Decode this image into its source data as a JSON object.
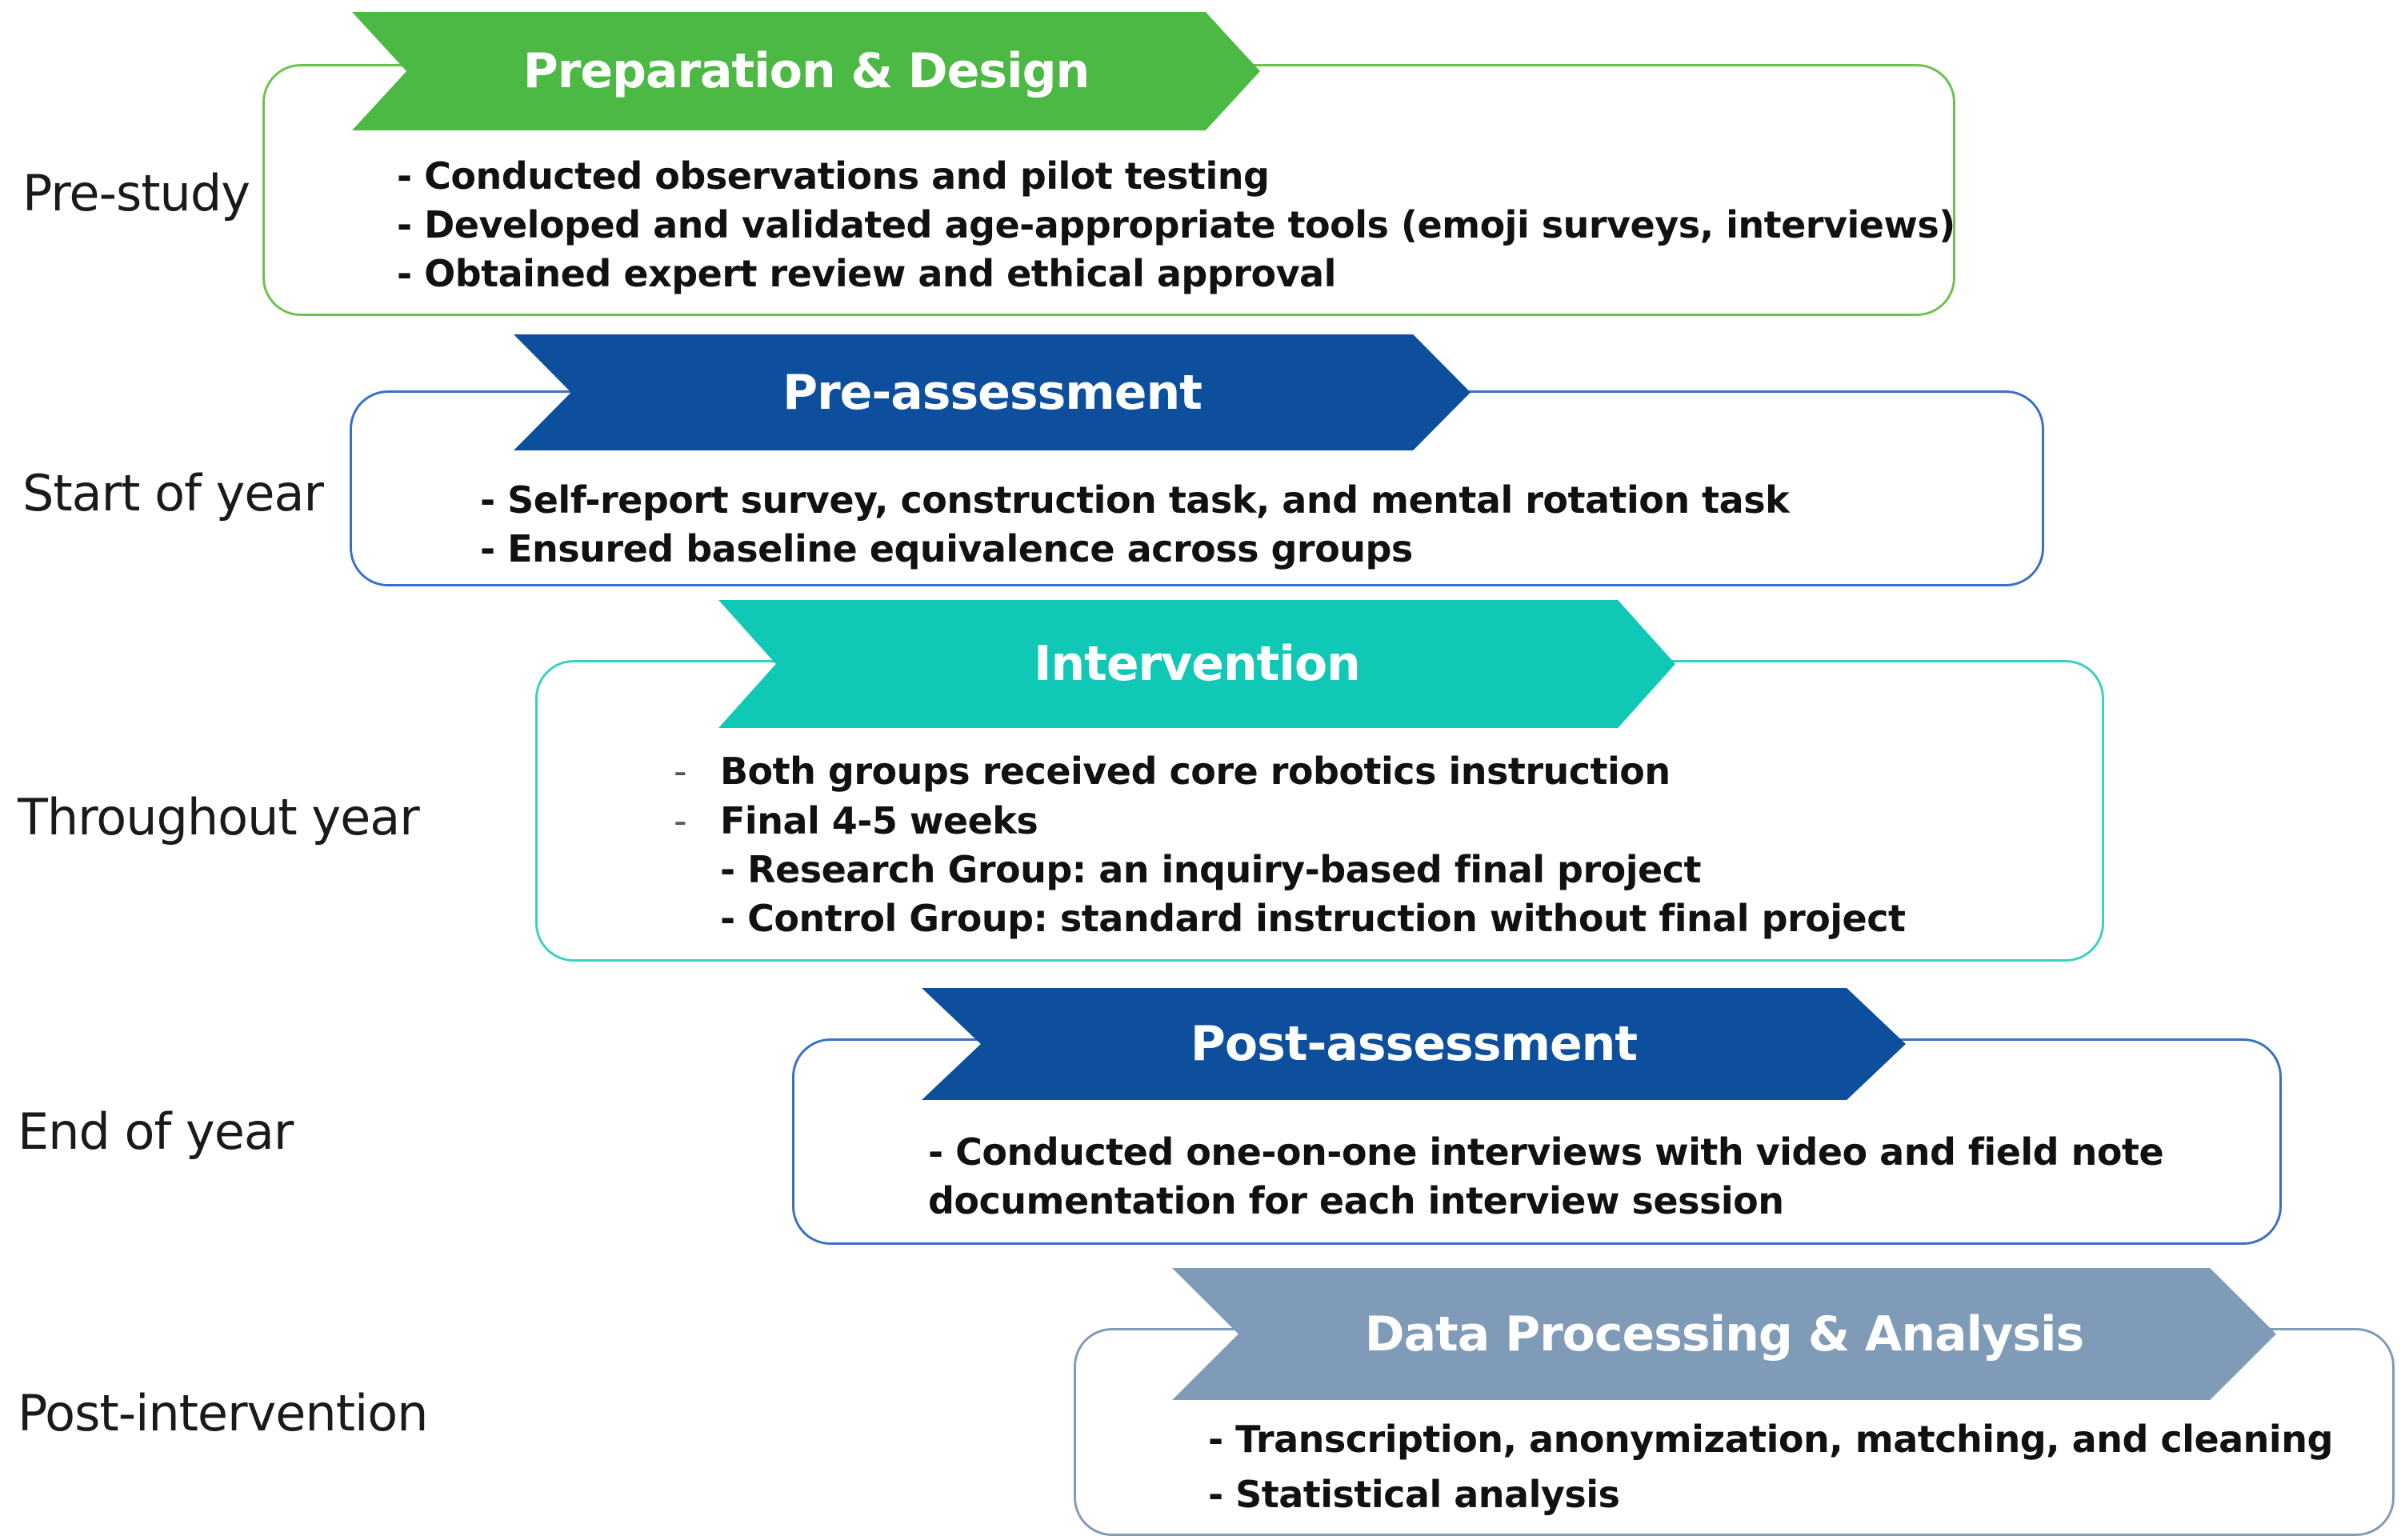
{
  "stages": [
    {
      "label": "Pre-study",
      "title": "Preparation & Design",
      "color": "#4cb944",
      "lines": [
        "- Conducted observations and pilot testing",
        "- Developed and validated age-appropriate tools (emoji surveys, interviews)",
        "- Obtained expert review and ethical approval"
      ]
    },
    {
      "label": "Start of year",
      "title": "Pre-assessment",
      "color": "#0d4f9c",
      "lines": [
        "- Self-report survey, construction task, and mental rotation task",
        "- Ensured baseline equivalence across groups"
      ]
    },
    {
      "label": "Throughout year",
      "title": "Intervention",
      "color": "#10c8b6",
      "items": [
        {
          "dash": "-",
          "text": "Both groups received core robotics instruction"
        },
        {
          "dash": "-",
          "text": "Final 4-5 weeks"
        }
      ],
      "sublines": [
        "- Research Group: an inquiry-based final project",
        "- Control Group: standard instruction without final project"
      ]
    },
    {
      "label": "End of year",
      "title": "Post-assessment",
      "color": "#0d4f9c",
      "lines": [
        "- Conducted one-on-one interviews with video and field note",
        "documentation for each interview session"
      ]
    },
    {
      "label": "Post-intervention",
      "title": "Data Processing & Analysis",
      "color": "#7f9bb8",
      "lines": [
        "- Transcription, anonymization, matching, and cleaning",
        "- Statistical analysis"
      ]
    }
  ]
}
